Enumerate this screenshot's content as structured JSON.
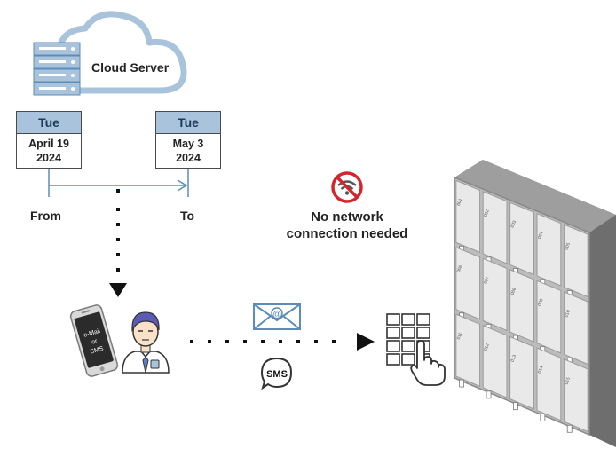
{
  "cloud": {
    "label": "Cloud Server"
  },
  "calendar_from": {
    "weekday": "Tue",
    "date": "April 19",
    "year": "2024"
  },
  "calendar_to": {
    "weekday": "Tue",
    "date": "May 3",
    "year": "2024"
  },
  "timeline": {
    "from_label": "From",
    "to_label": "To"
  },
  "network_note": {
    "line1": "No network",
    "line2": "connection needed"
  },
  "sms_label": "SMS",
  "phone_screen_text": [
    "e-Mail",
    "or",
    "SMS"
  ],
  "locker_numbers": [
    "001",
    "002",
    "003",
    "004",
    "005",
    "006",
    "007",
    "008",
    "009",
    "010",
    "011",
    "012",
    "013",
    "014",
    "015"
  ],
  "icons": {
    "cloud": "cloud-server-icon",
    "user": "user-person-icon",
    "phone": "smartphone-icon",
    "email": "email-envelope-icon",
    "sms": "sms-bubble-icon",
    "no_wifi": "no-wifi-icon",
    "keypad": "keypad-touch-icon",
    "lockers": "locker-cabinet-icon"
  },
  "colors": {
    "accent_blue": "#a9c3dc",
    "line_blue": "#5b8db8",
    "no_wifi_red": "#d3262c"
  }
}
